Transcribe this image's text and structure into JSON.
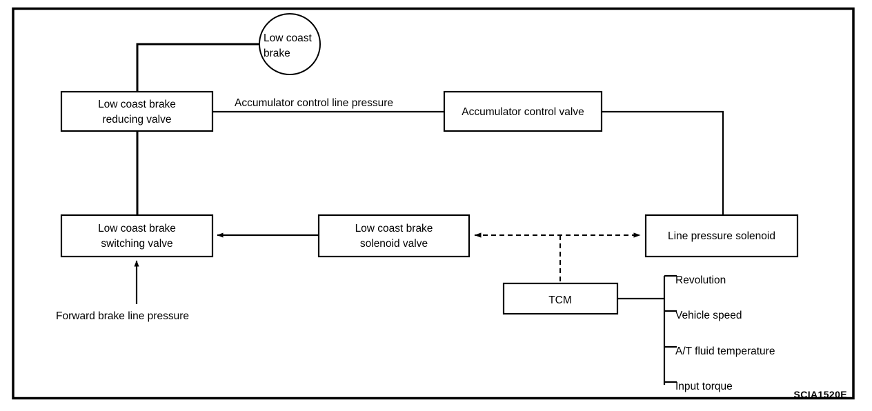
{
  "figure": {
    "code": "SCIA1520E",
    "background": "#ffffff",
    "line_color": "#000000"
  },
  "nodes": {
    "low_coast_brake": "Low coast brake",
    "low_coast_brake_line1": "Low coast",
    "low_coast_brake_line2": "brake",
    "reducing_valve_line1": "Low coast brake",
    "reducing_valve_line2": "reducing valve",
    "accumulator_control_valve": "Accumulator control valve",
    "switching_valve_line1": "Low coast brake",
    "switching_valve_line2": "switching valve",
    "solenoid_valve_line1": "Low coast brake",
    "solenoid_valve_line2": "solenoid valve",
    "line_pressure_solenoid": "Line pressure solenoid",
    "tcm": "TCM"
  },
  "labels": {
    "accumulator_control_line_pressure": "Accumulator control line pressure",
    "forward_brake_line_pressure": "Forward brake line pressure"
  },
  "tcm_inputs": [
    "Revolution",
    "Vehicle speed",
    "A/T fluid temperature",
    "Input torque"
  ]
}
